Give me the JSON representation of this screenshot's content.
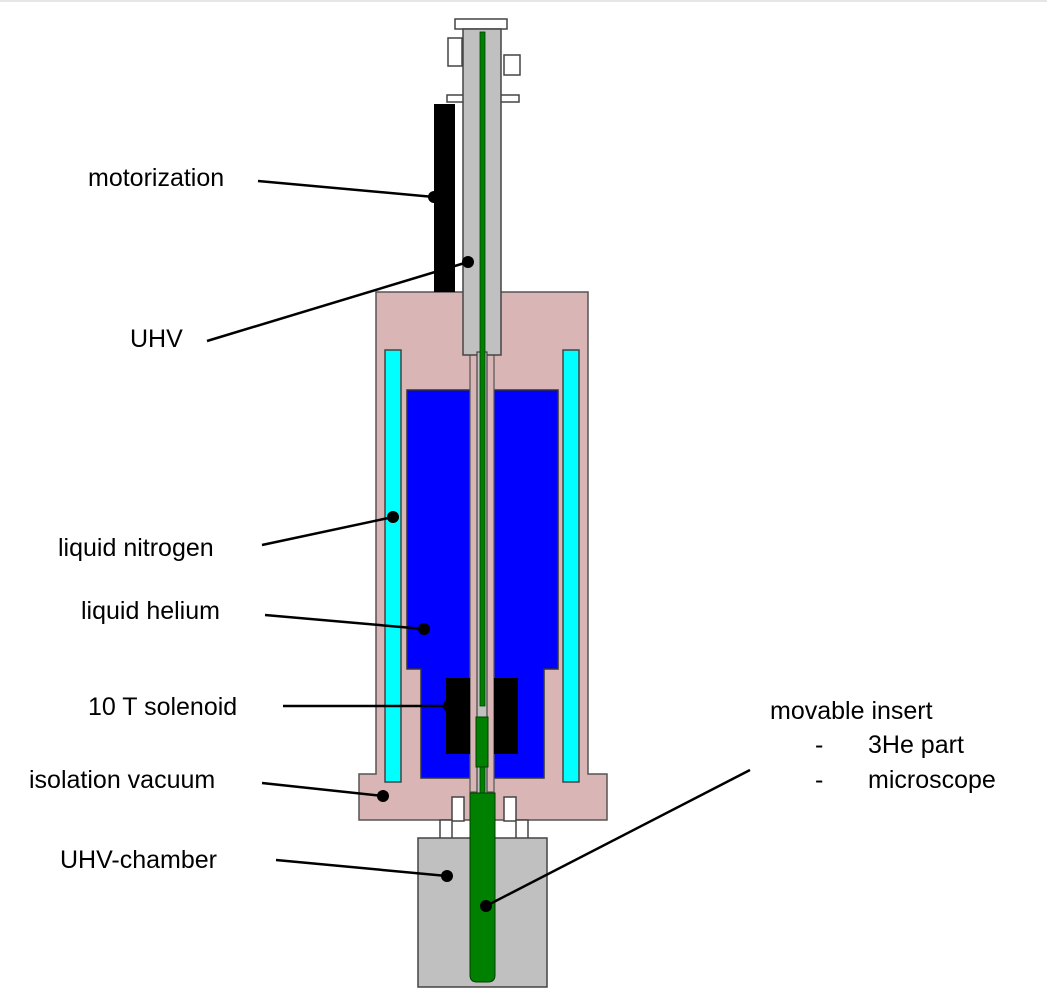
{
  "labels": {
    "motorization": "motorization",
    "uhv": "UHV",
    "liquid_nitrogen": "liquid nitrogen",
    "liquid_helium": "liquid helium",
    "solenoid": "10 T solenoid",
    "isolation_vacuum": "isolation vacuum",
    "uhv_chamber": "UHV-chamber",
    "movable_insert": "movable insert",
    "insert_items": [
      {
        "bullet": "-",
        "text": "3He part"
      },
      {
        "bullet": "-",
        "text": "microscope"
      }
    ]
  },
  "colors": {
    "dewar_body": "#dab5b5",
    "liquid_nitrogen": "#00ffff",
    "liquid_helium": "#0000ff",
    "uhv_parts": "#c0c0c0",
    "insert": "#008000",
    "solenoid": "#000000",
    "motorization": "#000000"
  }
}
